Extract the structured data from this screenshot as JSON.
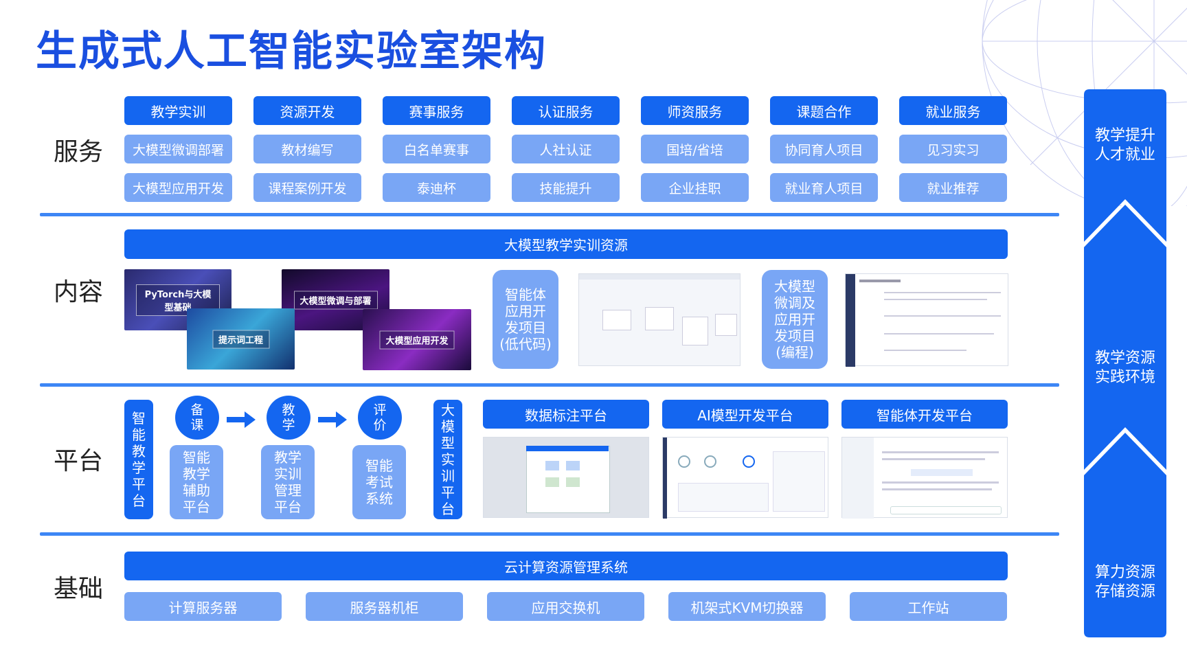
{
  "title": "生成式人工智能实验室架构",
  "rows": {
    "service": "服务",
    "content": "内容",
    "platform": "平台",
    "foundation": "基础"
  },
  "services": [
    {
      "header": "教学实训",
      "items": [
        "大模型微调部署",
        "大模型应用开发"
      ]
    },
    {
      "header": "资源开发",
      "items": [
        "教材编写",
        "课程案例开发"
      ]
    },
    {
      "header": "赛事服务",
      "items": [
        "白名单赛事",
        "泰迪杯"
      ]
    },
    {
      "header": "认证服务",
      "items": [
        "人社认证",
        "技能提升"
      ]
    },
    {
      "header": "师资服务",
      "items": [
        "国培/省培",
        "企业挂职"
      ]
    },
    {
      "header": "课题合作",
      "items": [
        "协同育人项目",
        "就业育人项目"
      ]
    },
    {
      "header": "就业服务",
      "items": [
        "见习实习",
        "就业推荐"
      ]
    }
  ],
  "content": {
    "banner": "大模型教学实训资源",
    "thumbs": [
      "PyTorch与大模型基础",
      "大模型微调与部署",
      "提示词工程",
      "大模型应用开发"
    ],
    "project_lowcode": [
      "智能体",
      "应用开",
      "发项目",
      "(低代码)"
    ],
    "project_code": [
      "大模型",
      "微调及",
      "应用开",
      "发项目",
      "(编程)"
    ]
  },
  "platform": {
    "smart_platform": [
      "智",
      "能",
      "教",
      "学",
      "平",
      "台"
    ],
    "steps": [
      {
        "circle": [
          "备",
          "课"
        ],
        "pill": [
          "智能",
          "教学",
          "辅助",
          "平台"
        ]
      },
      {
        "circle": [
          "教",
          "学"
        ],
        "pill": [
          "教学",
          "实训",
          "管理",
          "平台"
        ]
      },
      {
        "circle": [
          "评",
          "价"
        ],
        "pill": [
          "智能",
          "考试",
          "系统"
        ]
      }
    ],
    "training_platform": [
      "大",
      "模",
      "型",
      "实",
      "训",
      "平",
      "台"
    ],
    "tools": [
      "数据标注平台",
      "AI模型开发平台",
      "智能体开发平台"
    ]
  },
  "foundation": {
    "banner": "云计算资源管理系统",
    "items": [
      "计算服务器",
      "服务器机柜",
      "应用交换机",
      "机架式KVM切换器",
      "工作站"
    ]
  },
  "side": {
    "top": [
      "教学提升",
      "人才就业"
    ],
    "middle": [
      "教学资源",
      "实践环境"
    ],
    "bottom": [
      "算力资源",
      "存储资源"
    ]
  },
  "colors": {
    "primary": "#1466f0",
    "light": "#79a6f5",
    "title": "#1a4fe0",
    "divider": "#3d86f5"
  }
}
